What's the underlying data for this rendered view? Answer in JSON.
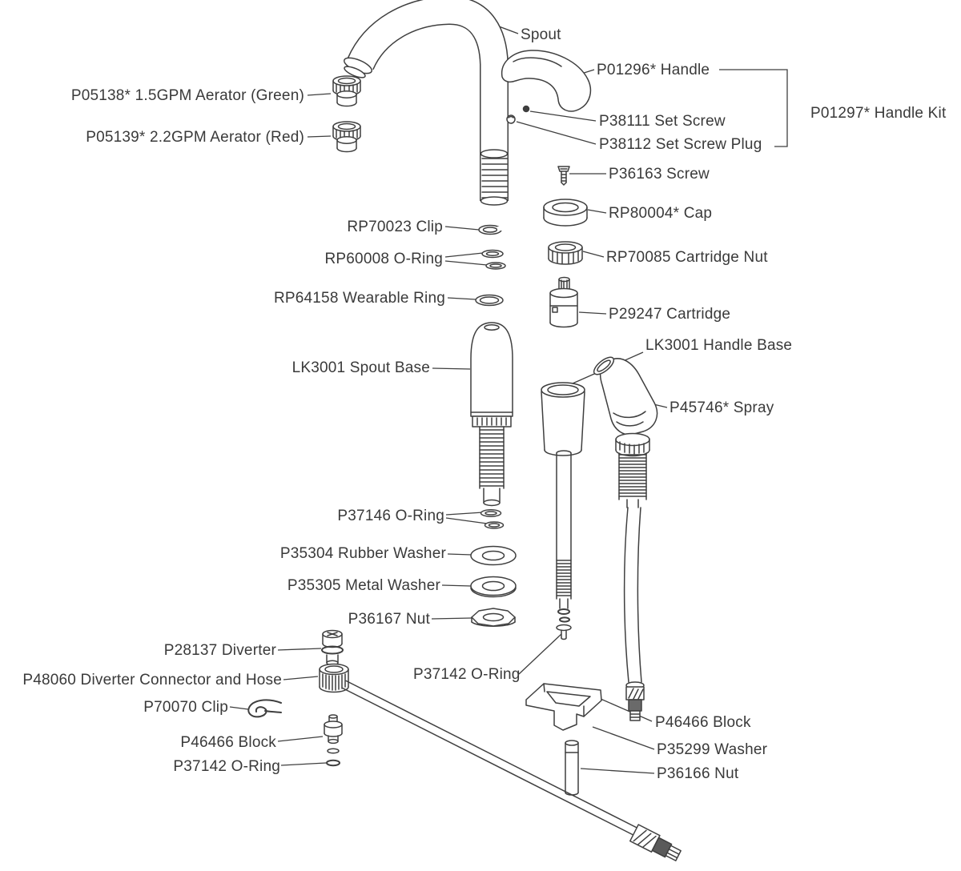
{
  "colors": {
    "line": "#3f3f3f",
    "text": "#3a3a3a",
    "background": "#ffffff"
  },
  "labels": [
    {
      "id": "spout",
      "text": "Spout"
    },
    {
      "id": "p01296-handle",
      "text": "P01296* Handle"
    },
    {
      "id": "p05138-aerator-green",
      "text": "P05138* 1.5GPM Aerator (Green)"
    },
    {
      "id": "p38111-set-screw",
      "text": "P38111 Set Screw"
    },
    {
      "id": "p05139-aerator-red",
      "text": "P05139* 2.2GPM Aerator (Red)"
    },
    {
      "id": "p38112-set-screw-plug",
      "text": "P38112 Set Screw Plug"
    },
    {
      "id": "p01297-handle-kit",
      "text": "P01297* Handle Kit"
    },
    {
      "id": "p36163-screw",
      "text": "P36163 Screw"
    },
    {
      "id": "rp80004-cap",
      "text": "RP80004* Cap"
    },
    {
      "id": "rp70023-clip",
      "text": "RP70023 Clip"
    },
    {
      "id": "rp70085-cartridge-nut",
      "text": "RP70085 Cartridge Nut"
    },
    {
      "id": "rp60008-o-ring",
      "text": "RP60008 O-Ring"
    },
    {
      "id": "rp64158-wearable-ring",
      "text": "RP64158 Wearable Ring"
    },
    {
      "id": "p29247-cartridge",
      "text": "P29247 Cartridge"
    },
    {
      "id": "lk3001-handle-base",
      "text": "LK3001 Handle Base"
    },
    {
      "id": "lk3001-spout-base",
      "text": "LK3001 Spout Base"
    },
    {
      "id": "p45746-spray",
      "text": "P45746* Spray"
    },
    {
      "id": "p37146-o-ring",
      "text": "P37146 O-Ring"
    },
    {
      "id": "p35304-rubber-washer",
      "text": "P35304 Rubber Washer"
    },
    {
      "id": "p35305-metal-washer",
      "text": "P35305 Metal Washer"
    },
    {
      "id": "p36167-nut",
      "text": "P36167 Nut"
    },
    {
      "id": "p28137-diverter",
      "text": "P28137 Diverter"
    },
    {
      "id": "p48060-diverter-connector-and-hose",
      "text": "P48060 Diverter Connector and Hose"
    },
    {
      "id": "p37142-o-ring-center",
      "text": "P37142 O-Ring"
    },
    {
      "id": "p70070-clip",
      "text": "P70070 Clip"
    },
    {
      "id": "p46466-block-right",
      "text": "P46466 Block"
    },
    {
      "id": "p46466-block-left",
      "text": "P46466 Block"
    },
    {
      "id": "p35299-washer",
      "text": "P35299 Washer"
    },
    {
      "id": "p37142-o-ring-left",
      "text": "P37142 O-Ring"
    },
    {
      "id": "p36166-nut",
      "text": "P36166 Nut"
    }
  ]
}
